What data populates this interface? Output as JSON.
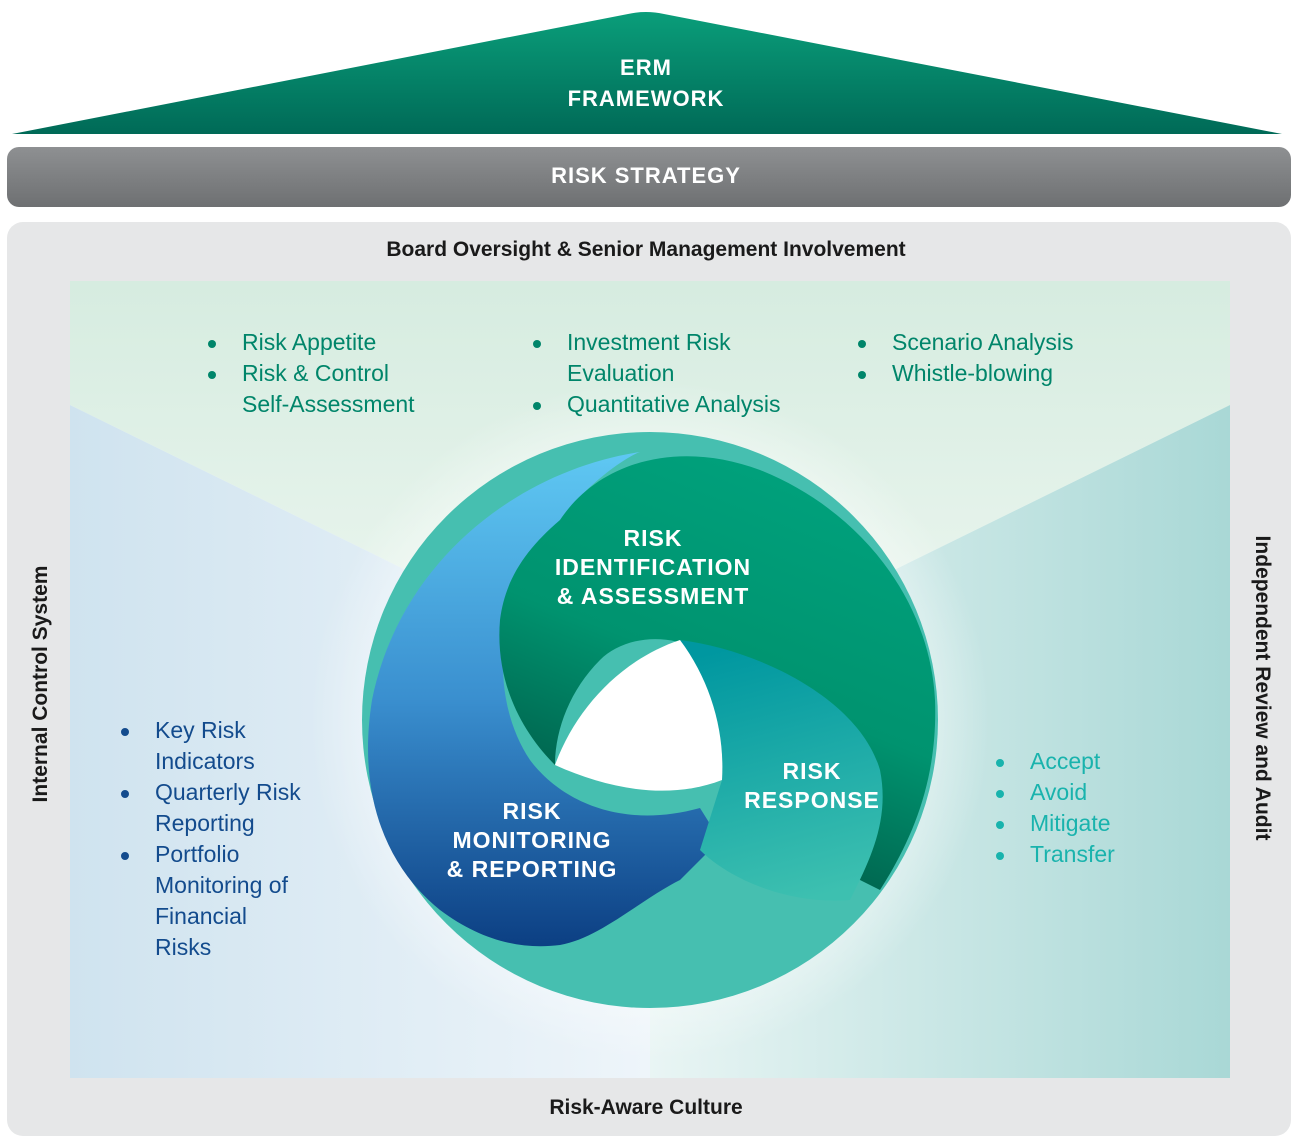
{
  "roof": {
    "line1": "ERM",
    "line2": "FRAMEWORK"
  },
  "strategy": "RISK STRATEGY",
  "top_label": "Board Oversight & Senior Management Involvement",
  "bottom_label": "Risk-Aware Culture",
  "left_label": "Internal Control System",
  "right_label": "Independent Review and Audit",
  "top_lists": [
    {
      "items": [
        "Risk Appetite",
        "Risk & Control Self-Assessment"
      ]
    },
    {
      "items": [
        "Investment Risk Evaluation",
        "Quantitative Analysis"
      ]
    },
    {
      "items": [
        "Scenario Analysis",
        "Whistle-blowing"
      ]
    }
  ],
  "left_list": {
    "items": [
      "Key Risk Indicators",
      "Quarterly Risk Reporting",
      "Portfolio Monitoring of Financial Risks"
    ]
  },
  "right_list": {
    "items": [
      "Accept",
      "Avoid",
      "Mitigate",
      "Transfer"
    ]
  },
  "cycle": {
    "identification": [
      "RISK",
      "IDENTIFICATION",
      "& ASSESSMENT"
    ],
    "response": [
      "RISK",
      "RESPONSE"
    ],
    "monitoring": [
      "RISK",
      "MONITORING",
      "& REPORTING"
    ]
  },
  "colors": {
    "green": "#00856a",
    "navy": "#134b8d",
    "teal": "#19b3ad",
    "strategy_bar": "#7f8183",
    "frame": "#e6e7e8"
  }
}
